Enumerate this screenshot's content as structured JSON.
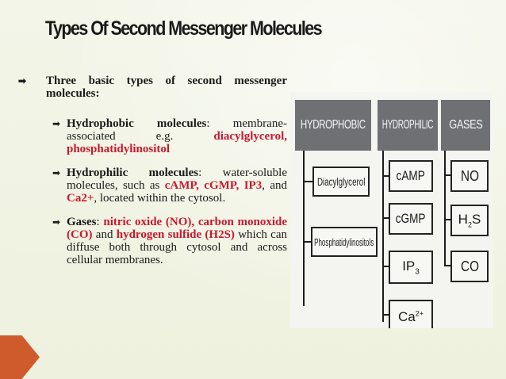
{
  "slide": {
    "title": "Types Of Second Messenger Molecules",
    "colors": {
      "accent": "#cf5b2d",
      "highlight": "#c8182e",
      "header_box": "#6f7074",
      "background": "#f0f3e4"
    }
  },
  "content": {
    "intro": "Three basic types of second messenger molecules:",
    "hydrophobic": {
      "label": "Hydrophobic molecules",
      "colon": ":",
      "text": " membrane-associated e.g. ",
      "ex1": "diacylglycerol",
      "sep": ", ",
      "ex2": "phosphatidylinositol"
    },
    "hydrophilic": {
      "label": "Hydrophilic molecules",
      "text": ": water-soluble molecules, such as ",
      "ex1": "cAMP",
      "sep1": ", ",
      "ex2": "cGMP",
      "sep2": ", ",
      "ex3": "IP3",
      "sep3": ", and ",
      "ex4": "Ca2+",
      "tail": ", located within the cytosol."
    },
    "gases": {
      "label": "Gases",
      "text": ": ",
      "ex1": "nitric oxide (NO)",
      "sep1": ", ",
      "ex2": "carbon monoxide (CO)",
      "sep2": " and ",
      "ex3": "hydrogen sulfide (H2S)",
      "tail": " which can diffuse both through cytosol and across cellular membranes."
    }
  },
  "figure": {
    "headers": [
      "HYDROPHOBIC",
      "HYDROPHILIC",
      "GASES"
    ],
    "hydrophobic": [
      "Diacylglycerol",
      "Phosphatidylinositols"
    ],
    "hydrophilic": [
      "cAMP",
      "cGMP",
      "IP",
      "3",
      "Ca",
      "2+"
    ],
    "gases": [
      "NO",
      "H",
      "2",
      "S",
      "CO"
    ]
  },
  "icons": {
    "bullet": "arrow-bullet-icon",
    "corner": "corner-arrow-icon"
  }
}
